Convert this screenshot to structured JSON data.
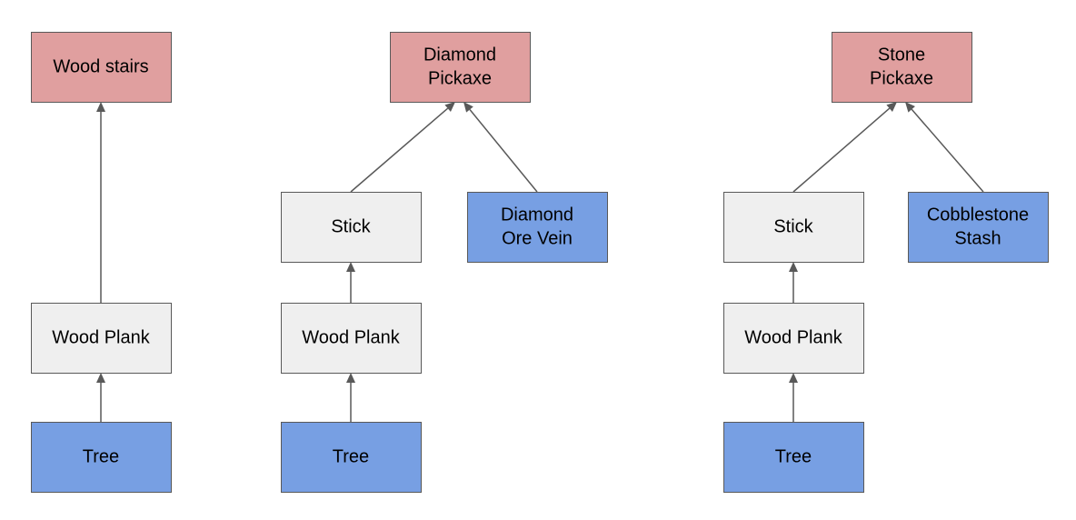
{
  "colors": {
    "target": "#e09f9f",
    "intermediate": "#efefef",
    "resource": "#779fe3",
    "border": "#595959",
    "edge": "#595959"
  },
  "trees": [
    {
      "name": "wood-stairs-tree",
      "nodes": [
        {
          "id": "wood-stairs",
          "role": "target",
          "lines": [
            "Wood stairs"
          ]
        },
        {
          "id": "wood-plank-1",
          "role": "intermediate",
          "lines": [
            "Wood Plank"
          ]
        },
        {
          "id": "tree-1",
          "role": "resource",
          "lines": [
            "Tree"
          ]
        }
      ],
      "edges": [
        {
          "from": "tree-1",
          "to": "wood-plank-1"
        },
        {
          "from": "wood-plank-1",
          "to": "wood-stairs"
        }
      ]
    },
    {
      "name": "diamond-pickaxe-tree",
      "nodes": [
        {
          "id": "diamond-pickaxe",
          "role": "target",
          "lines": [
            "Diamond",
            "Pickaxe"
          ]
        },
        {
          "id": "stick-2",
          "role": "intermediate",
          "lines": [
            "Stick"
          ]
        },
        {
          "id": "diamond-ore-vein",
          "role": "resource",
          "lines": [
            "Diamond",
            "Ore Vein"
          ]
        },
        {
          "id": "wood-plank-2",
          "role": "intermediate",
          "lines": [
            "Wood Plank"
          ]
        },
        {
          "id": "tree-2",
          "role": "resource",
          "lines": [
            "Tree"
          ]
        }
      ],
      "edges": [
        {
          "from": "tree-2",
          "to": "wood-plank-2"
        },
        {
          "from": "wood-plank-2",
          "to": "stick-2"
        },
        {
          "from": "stick-2",
          "to": "diamond-pickaxe"
        },
        {
          "from": "diamond-ore-vein",
          "to": "diamond-pickaxe"
        }
      ]
    },
    {
      "name": "stone-pickaxe-tree",
      "nodes": [
        {
          "id": "stone-pickaxe",
          "role": "target",
          "lines": [
            "Stone",
            "Pickaxe"
          ]
        },
        {
          "id": "stick-3",
          "role": "intermediate",
          "lines": [
            "Stick"
          ]
        },
        {
          "id": "cobblestone-stash",
          "role": "resource",
          "lines": [
            "Cobblestone",
            "Stash"
          ]
        },
        {
          "id": "wood-plank-3",
          "role": "intermediate",
          "lines": [
            "Wood Plank"
          ]
        },
        {
          "id": "tree-3",
          "role": "resource",
          "lines": [
            "Tree"
          ]
        }
      ],
      "edges": [
        {
          "from": "tree-3",
          "to": "wood-plank-3"
        },
        {
          "from": "wood-plank-3",
          "to": "stick-3"
        },
        {
          "from": "stick-3",
          "to": "stone-pickaxe"
        },
        {
          "from": "cobblestone-stash",
          "to": "stone-pickaxe"
        }
      ]
    }
  ]
}
